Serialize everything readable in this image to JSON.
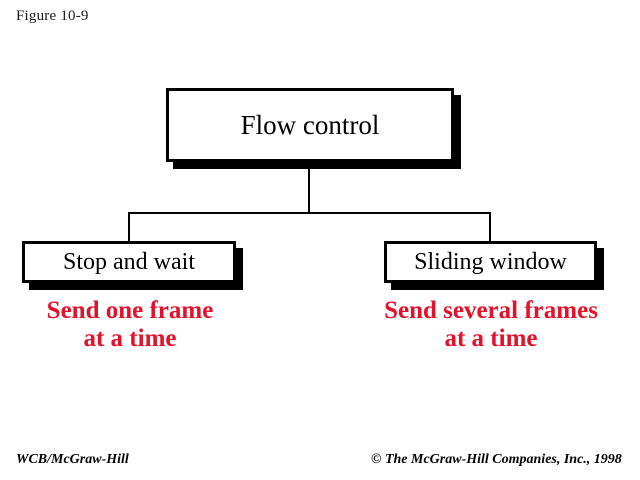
{
  "figure": {
    "label": "Figure 10-9"
  },
  "colors": {
    "caption_red": "#E4112A",
    "box_border": "#000000",
    "box_fill": "#FFFFFF",
    "shadow": "#000000",
    "text": "#000000"
  },
  "diagram": {
    "type": "tree",
    "root": {
      "label": "Flow control"
    },
    "children": [
      {
        "label": "Stop and wait",
        "caption_line1": "Send one frame",
        "caption_line2": "at a time"
      },
      {
        "label": "Sliding window",
        "caption_line1": "Send several frames",
        "caption_line2": "at a time"
      }
    ]
  },
  "footer": {
    "publisher": "WCB/McGraw-Hill",
    "copyright": "© The McGraw-Hill Companies, Inc., 1998"
  }
}
